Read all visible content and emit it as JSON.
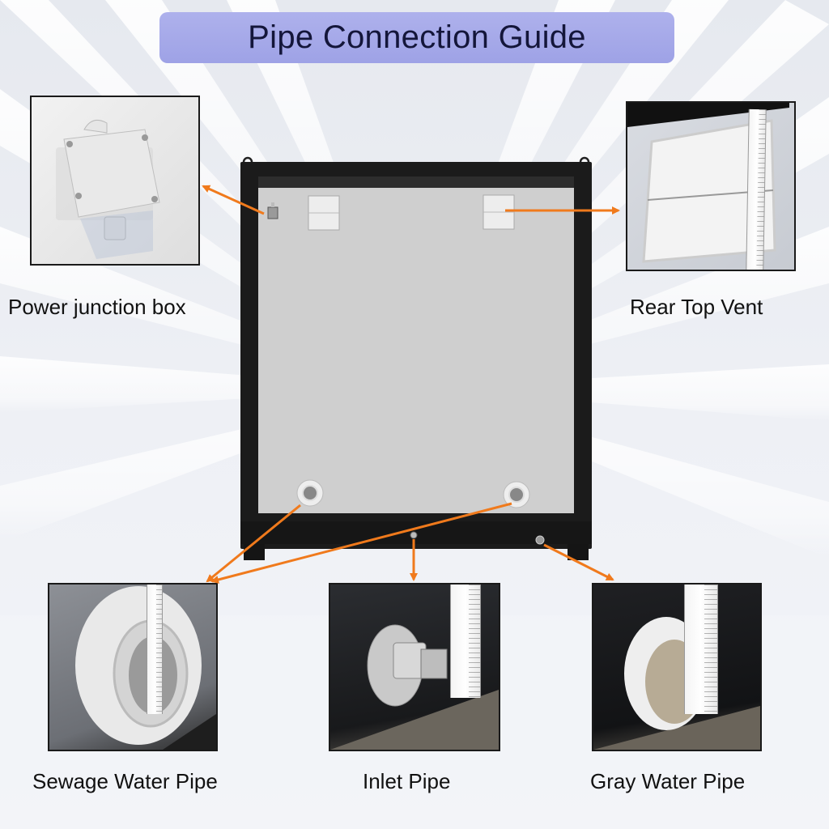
{
  "title": "Pipe Connection Guide",
  "colors": {
    "title_pill": "#a5a8e9",
    "arrow": "#f07a1c",
    "frame": "#1b1b1b",
    "panel": "#cfcfcf"
  },
  "callouts": [
    {
      "id": "power-junction-box",
      "label": "Power junction box"
    },
    {
      "id": "rear-top-vent",
      "label": "Rear Top Vent"
    },
    {
      "id": "sewage-water-pipe",
      "label": "Sewage Water Pipe"
    },
    {
      "id": "inlet-pipe",
      "label": "Inlet Pipe"
    },
    {
      "id": "gray-water-pipe",
      "label": "Gray Water Pipe"
    }
  ]
}
